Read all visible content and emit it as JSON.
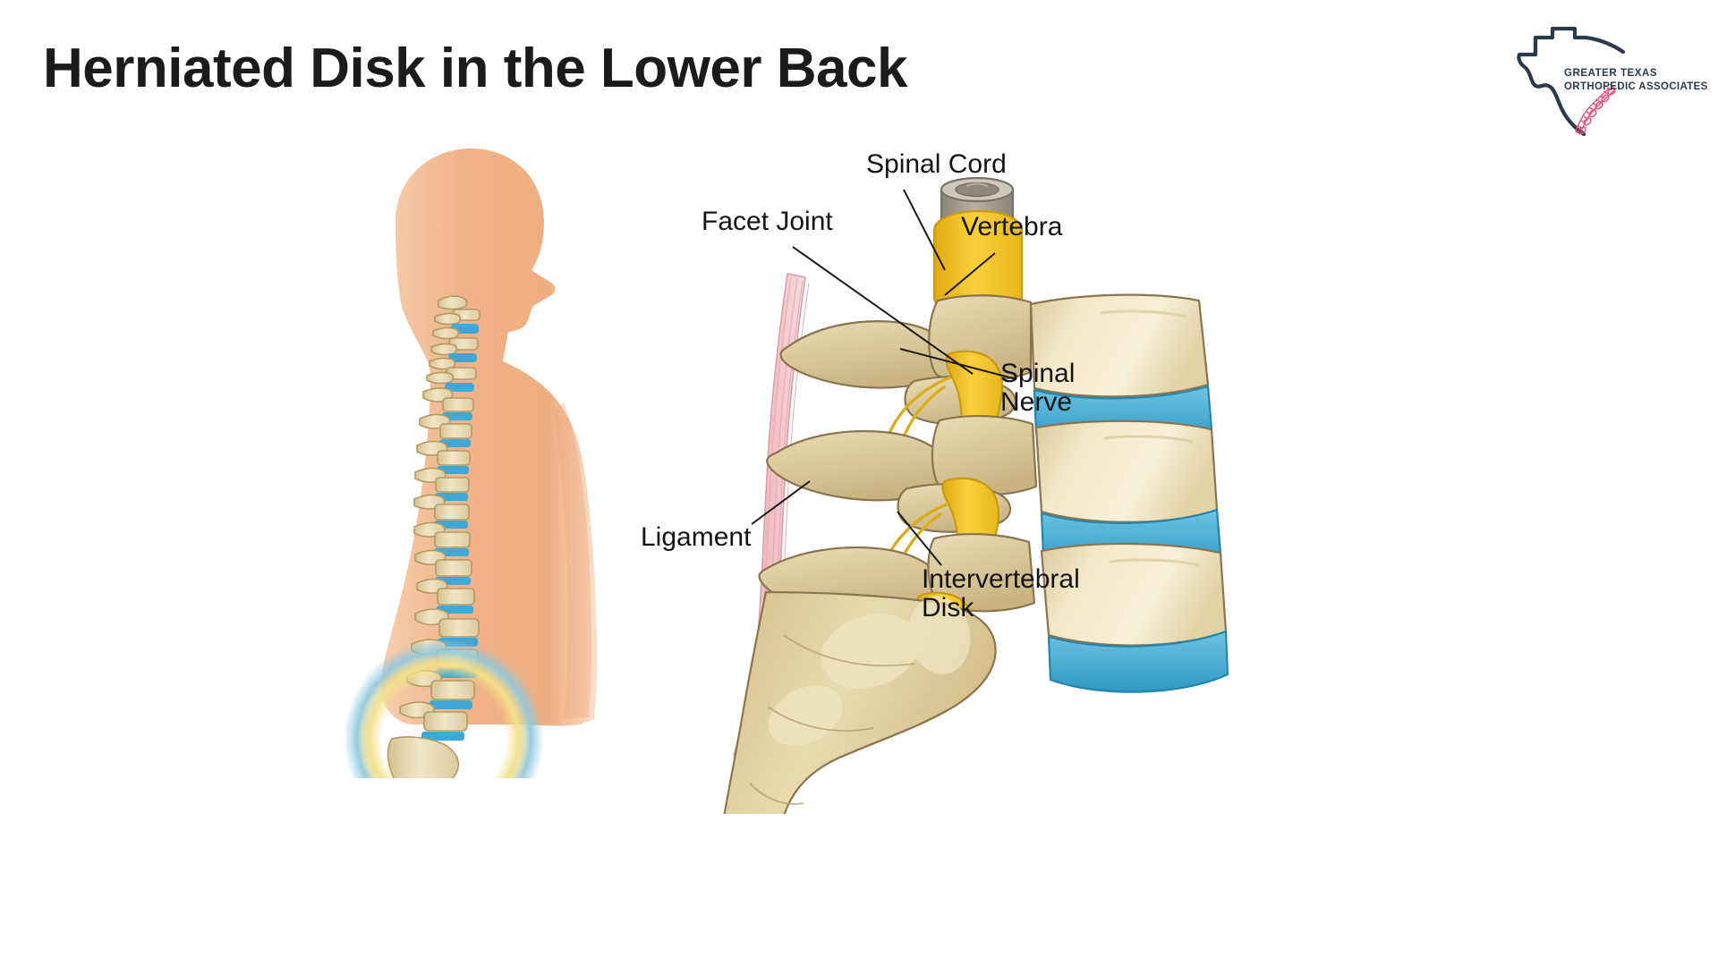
{
  "page": {
    "title": "Herniated Disk in the Lower Back",
    "background_color": "#ffffff",
    "title_color": "#1b1b1b"
  },
  "logo": {
    "name": "greater-texas-orthopedic-associates-logo",
    "line1": "GREATER TEXAS",
    "line2": "ORTHOPEDIC  ASSOCIATES",
    "outline_color": "#2b3a4a",
    "text_color": "#2b3a4a",
    "spine_accent_color": "#e0567e",
    "shape": "texas-state-outline"
  },
  "figures": {
    "body_profile": {
      "name": "human-body-profile-with-spine",
      "skin_color": "#f0b287",
      "bone_color": "#e8dcb4",
      "disk_color": "#3fa8d4",
      "highlight_outer_ring_color": "#8cc8e2",
      "highlight_inner_ring_color": "#f4e08a",
      "highlight_region": "lumbar-sacral"
    },
    "lumbar_detail": {
      "name": "lumbar-spine-cutaway-detail",
      "vertebra_body_color": "#eddfbc",
      "vertebra_process_color": "#d9c79a",
      "disk_color": "#4fafd4",
      "nerve_color": "#f5c528",
      "spinal_cord_color": "#9a9288",
      "ligament_color": "#f3c3c6",
      "sacrum_color": "#d8c392",
      "outline_color": "#8a7550"
    }
  },
  "callouts": [
    {
      "id": "spinal-cord",
      "text": "Spinal Cord"
    },
    {
      "id": "facet-joint",
      "text": "Facet Joint"
    },
    {
      "id": "vertebra",
      "text": "Vertebra"
    },
    {
      "id": "spinal-nerve",
      "text": "Spinal\nNerve"
    },
    {
      "id": "ligament",
      "text": "Ligament"
    },
    {
      "id": "intervertebral-disk",
      "text": "Intervertebral\nDisk"
    }
  ]
}
